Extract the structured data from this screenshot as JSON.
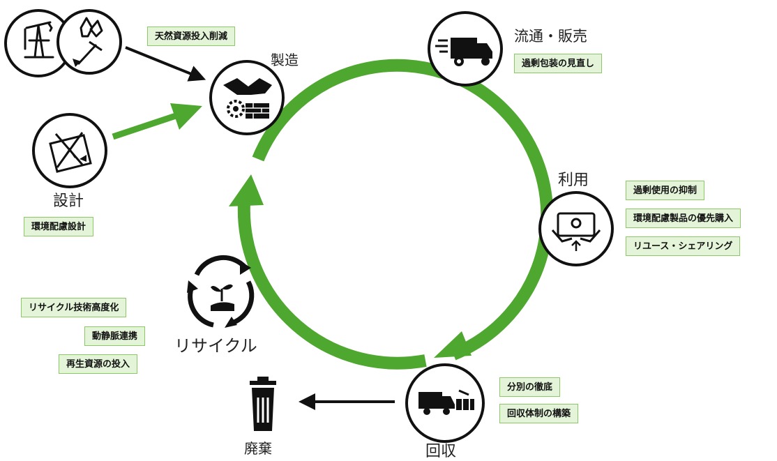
{
  "colors": {
    "cycle_green": "#4ea72e",
    "tag_fill": "#e4f4d8",
    "tag_border": "#8cc866",
    "icon_dark": "#111111"
  },
  "stages": {
    "seizo": "製造",
    "ryutsu": "流通・販売",
    "riyo": "利用",
    "kaishu": "回収",
    "haiki": "廃棄",
    "sekkei": "設計",
    "recycle": "リサイクル"
  },
  "measures": {
    "seizo": [
      "天然資源投入削減"
    ],
    "ryutsu": [
      "過剰包装の見直し"
    ],
    "riyo": [
      "過剰使用の抑制",
      "環境配慮製品の優先購入",
      "リユース・シェアリング"
    ],
    "kaishu": [
      "分別の徹底",
      "回収体制の構築"
    ],
    "sekkei": [
      "環境配慮設計"
    ],
    "recycle": [
      "リサイクル技術高度化",
      "動静脈連携",
      "再生資源の投入"
    ]
  },
  "icons": {
    "resources": [
      "oil-pump-icon",
      "crystal-shovel-icon"
    ],
    "seizo": "handshake-gears-icon",
    "ryutsu": "delivery-truck-icon",
    "riyo": "tablet-hands-icon",
    "kaishu": "garbage-truck-icon",
    "sekkei": "blueprint-icon",
    "recycle": "recycle-plant-icon",
    "haiki": "trash-bin-icon"
  }
}
